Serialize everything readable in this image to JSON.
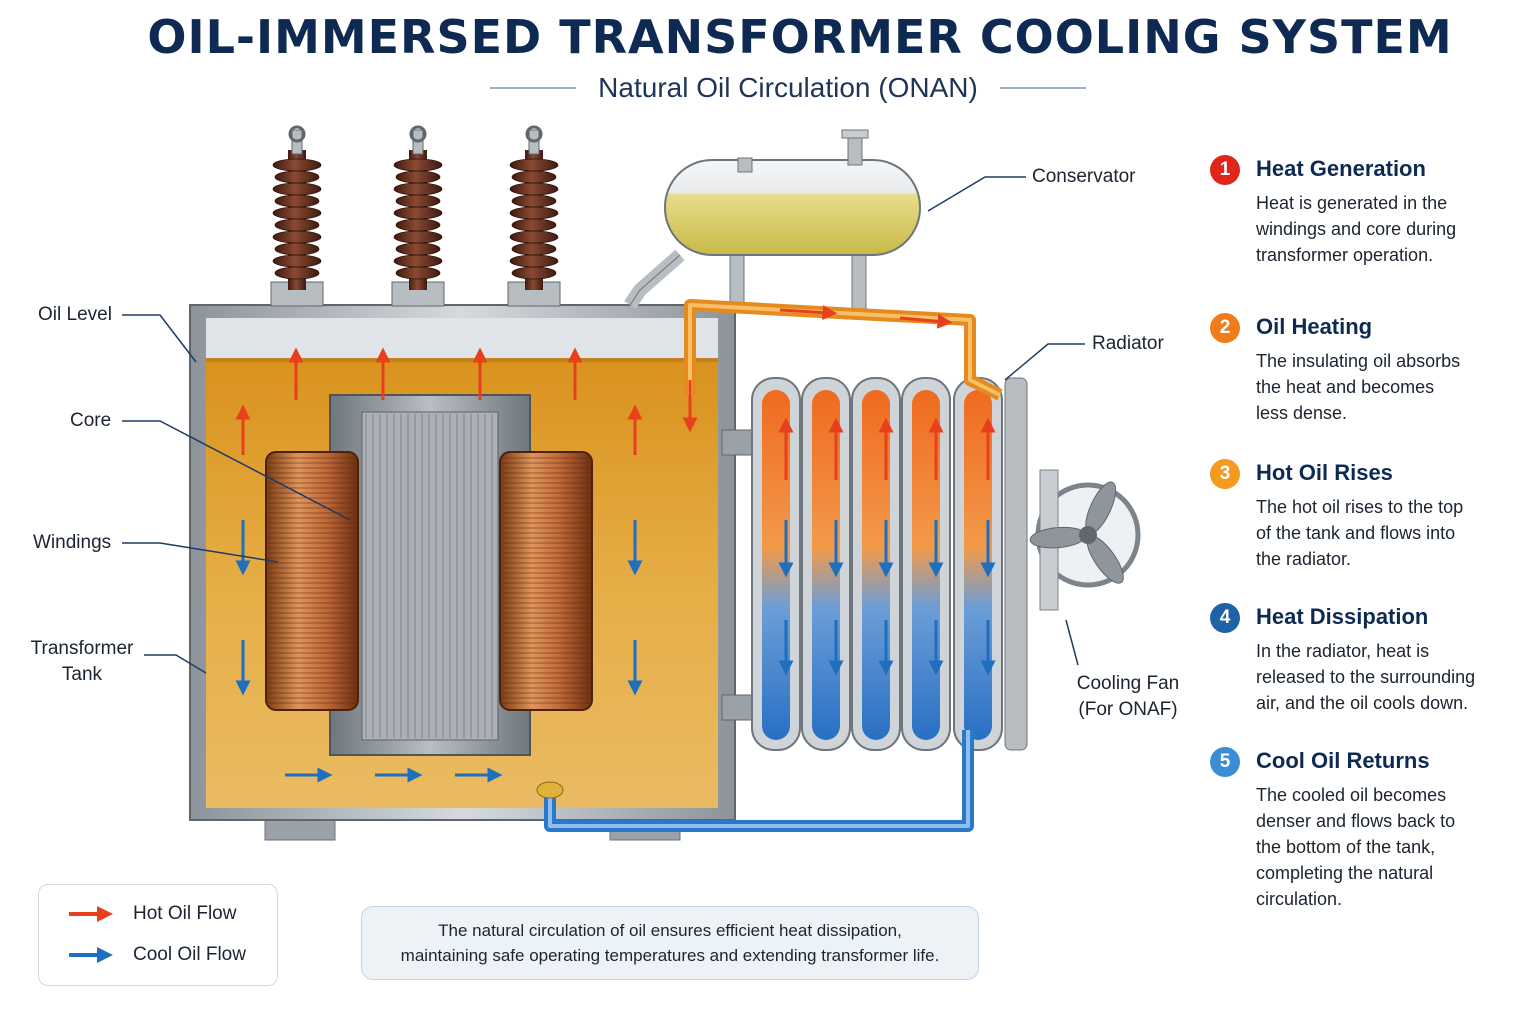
{
  "title": "OIL-IMMERSED TRANSFORMER COOLING SYSTEM",
  "subtitle": "Natural Oil Circulation (ONAN)",
  "labels": {
    "oil_level": "Oil Level",
    "core": "Core",
    "windings": "Windings",
    "tank_line1": "Transformer",
    "tank_line2": "Tank",
    "conservator": "Conservator",
    "radiator": "Radiator",
    "fan_line1": "Cooling Fan",
    "fan_line2": "(For ONAF)"
  },
  "steps": [
    {
      "number": "1",
      "title": "Heat Generation",
      "color": "#e0261b",
      "lines": [
        "Heat is generated in the",
        "windings and core during",
        "transformer operation."
      ]
    },
    {
      "number": "2",
      "title": "Oil Heating",
      "color": "#f07d1a",
      "lines": [
        "The insulating oil absorbs",
        "the heat and becomes",
        "less dense."
      ]
    },
    {
      "number": "3",
      "title": "Hot Oil Rises",
      "color": "#f49a1f",
      "lines": [
        "The hot oil rises to the top",
        "of the tank and flows into",
        "the radiator."
      ]
    },
    {
      "number": "4",
      "title": "Heat Dissipation",
      "color": "#1f62a6",
      "lines": [
        "In the radiator, heat is",
        "released to the surrounding",
        "air, and the oil cools down."
      ]
    },
    {
      "number": "5",
      "title": "Cool Oil Returns",
      "color": "#3a8fd4",
      "lines": [
        "The cooled oil becomes",
        "denser and flows back to",
        "the bottom of the tank,",
        "completing the natural",
        "circulation."
      ]
    }
  ],
  "legend": {
    "hot": "Hot Oil Flow",
    "cool": "Cool Oil Flow",
    "hot_color": "#e8401c",
    "cool_color": "#1f6fc0"
  },
  "note": {
    "line1": "The natural circulation of oil ensures efficient heat dissipation,",
    "line2": "maintaining safe operating temperatures and extending transformer life."
  },
  "colors": {
    "title": "#0f2a52",
    "oil": "#e3a83a",
    "copper": "#c6743e",
    "steel": "#9aa1a8",
    "bushing": "#6b2f1f"
  }
}
